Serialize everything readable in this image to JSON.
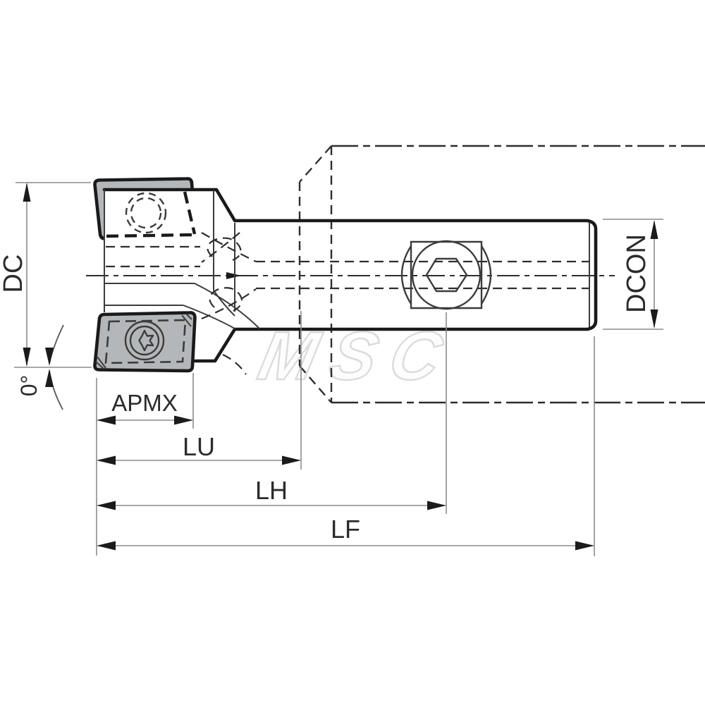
{
  "drawing": {
    "watermark": "MSC",
    "labels": {
      "dc": "DC",
      "dcon": "DCON",
      "apmx": "APMX",
      "lu": "LU",
      "lh": "LH",
      "lf": "LF",
      "angle": "0°"
    },
    "colors": {
      "outline": "#1a1a1a",
      "thin-line": "#3c3c3c",
      "hidden-line": "#2e2e2e",
      "dim-line": "#8c8c8c",
      "arrow": "#1b1b1b",
      "label": "#2b2b2b",
      "insert-fill": "#b4b7b9",
      "watermark-stroke": "#dcdcdc",
      "background": "#ffffff"
    }
  }
}
